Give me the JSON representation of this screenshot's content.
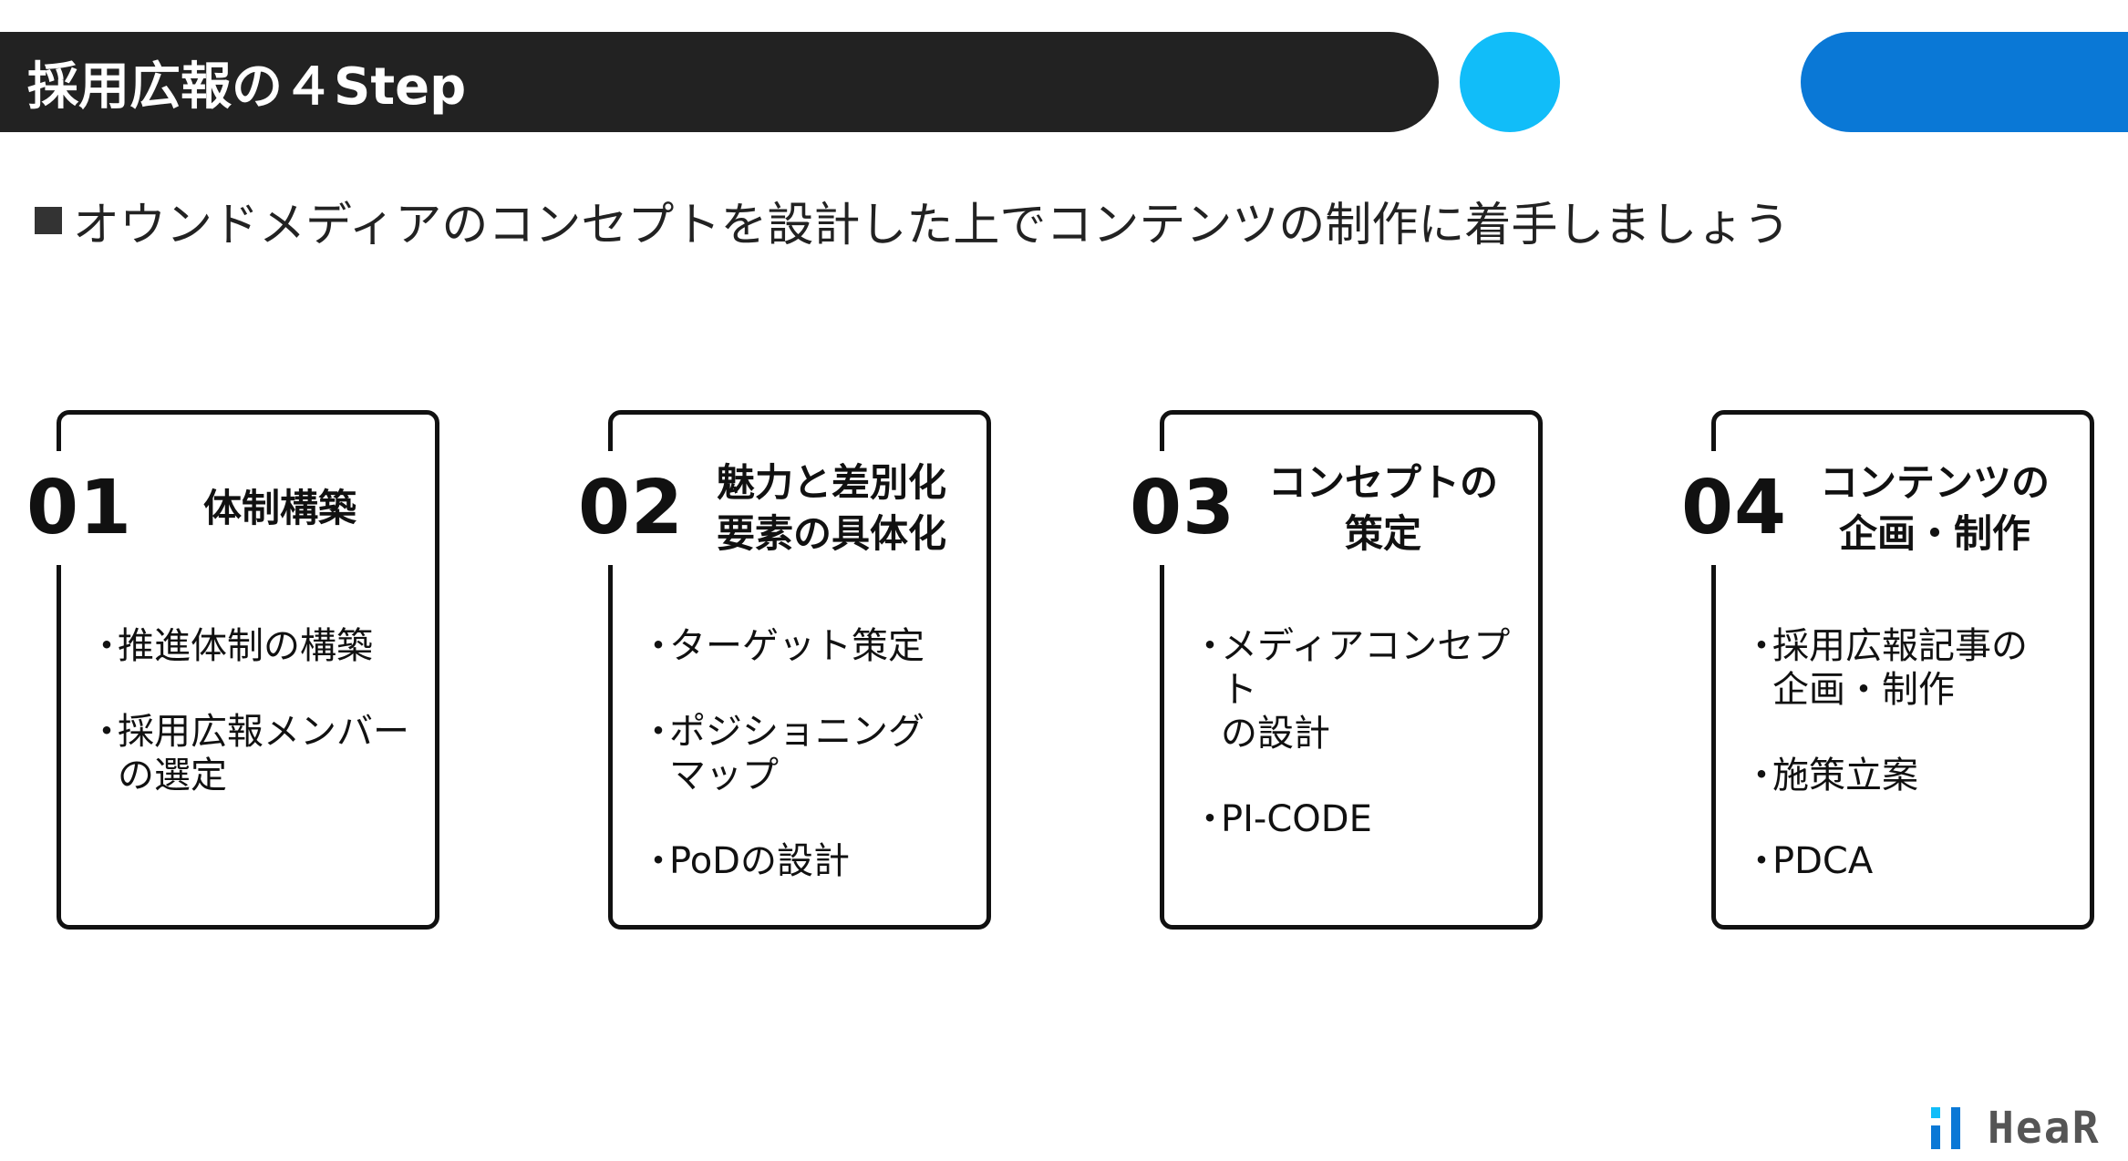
{
  "header": {
    "title": "採用広報の４Step"
  },
  "subtitle": "オウンドメディアのコンセプトを設計した上でコンテンツの制作に着手しましょう",
  "bullet_marker": "・",
  "steps": [
    {
      "number": "01",
      "title": "体制構築",
      "items": [
        "推進体制の構築",
        "採用広報メンバー\nの選定"
      ]
    },
    {
      "number": "02",
      "title": "魅力と差別化\n要素の具体化",
      "items": [
        "ターゲット策定",
        "ポジショニング\nマップ",
        "PoDの設計"
      ]
    },
    {
      "number": "03",
      "title": "コンセプトの\n策定",
      "items": [
        "メディアコンセプト\nの設計",
        "PI-CODE"
      ]
    },
    {
      "number": "04",
      "title": "コンテンツの\n企画・制作",
      "items": [
        "採用広報記事の\n企画・制作",
        "施策立案",
        "PDCA"
      ]
    }
  ],
  "logo": {
    "text": "HeaR"
  },
  "colors": {
    "title_bar": "#222222",
    "accent_light": "#11bdf9",
    "accent_dark": "#0a78d6",
    "logo_mark_light": "#11bdf9",
    "logo_mark_dark": "#0a78d6"
  }
}
